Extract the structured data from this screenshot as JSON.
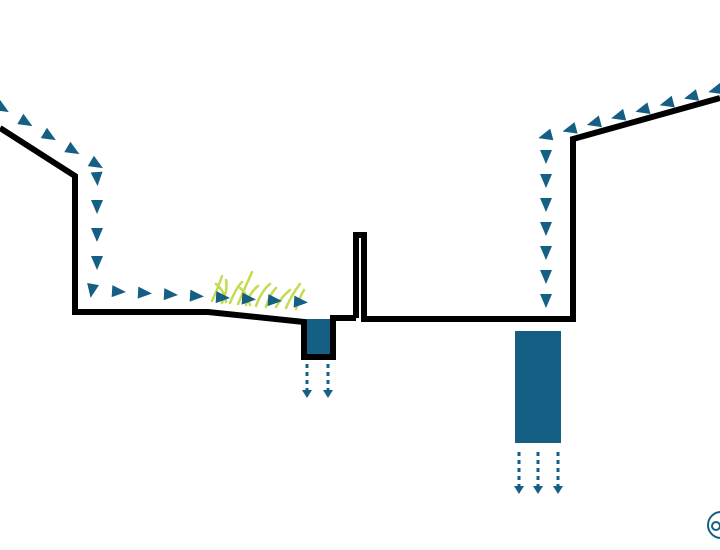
{
  "colors": {
    "water": "#155f85",
    "ground": "#000000",
    "vegetation": "#c6da52",
    "background": "#ffffff"
  },
  "icons": {
    "corner_badge": "info-badge-icon"
  },
  "elements": {
    "ground_profile": "ground-cross-section",
    "surface_runoff": "runoff-arrow-chain",
    "swale_storage": "infiltration-trench",
    "underground_storage": "soakaway-cell",
    "infiltration": "downward-infiltration-arrows",
    "vegetation": "grass-strip",
    "wall": "retaining-wall"
  }
}
